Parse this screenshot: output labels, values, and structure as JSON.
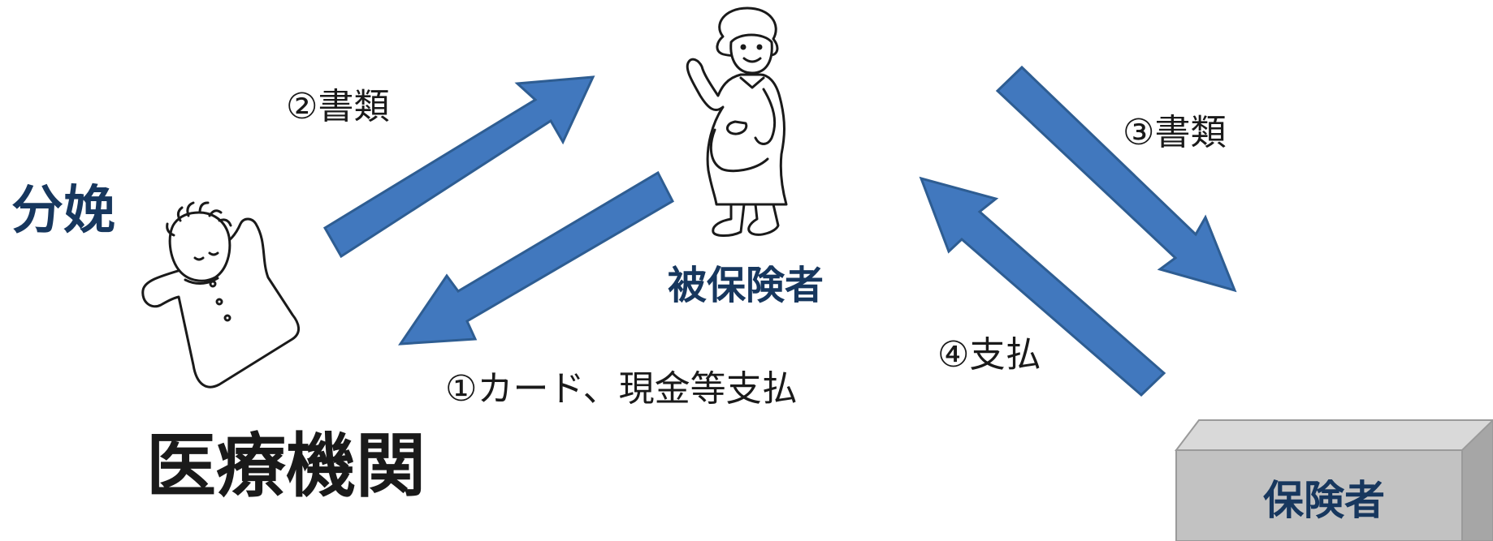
{
  "labels": {
    "delivery": "分娩",
    "medical_institution": "医療機関",
    "insured_person": "被保険者",
    "insurer": "保険者",
    "step1": "①カード、現金等支払",
    "step2": "②書類",
    "step3": "③書類",
    "step4": "④支払"
  },
  "colors": {
    "arrow_fill": "#4178be",
    "arrow_stroke": "#2e5d92",
    "navy_text": "#17375e",
    "box_front": "#c2c2c2",
    "box_top": "#d9d9d9",
    "box_side": "#a6a6a6"
  },
  "icons": [
    "baby-illustration",
    "pregnant-woman-illustration",
    "insurer-box"
  ]
}
